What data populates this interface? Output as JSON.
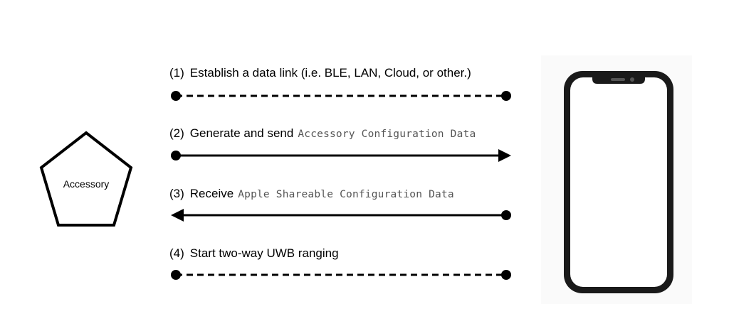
{
  "accessory": {
    "label": "Accessory"
  },
  "steps": [
    {
      "number": "(1)",
      "text": "Establish a data link (i.e. BLE, LAN, Cloud, or other.)",
      "code": ""
    },
    {
      "number": "(2)",
      "text": "Generate and send",
      "code": "Accessory Configuration Data"
    },
    {
      "number": "(3)",
      "text": "Receive",
      "code": "Apple Shareable Configuration Data"
    },
    {
      "number": "(4)",
      "text": "Start two-way UWB ranging",
      "code": ""
    }
  ],
  "colors": {
    "line": "#000000",
    "code_text": "#555555",
    "phone_screen": "#ffffff",
    "phone_frame": "#1a1a1a"
  }
}
